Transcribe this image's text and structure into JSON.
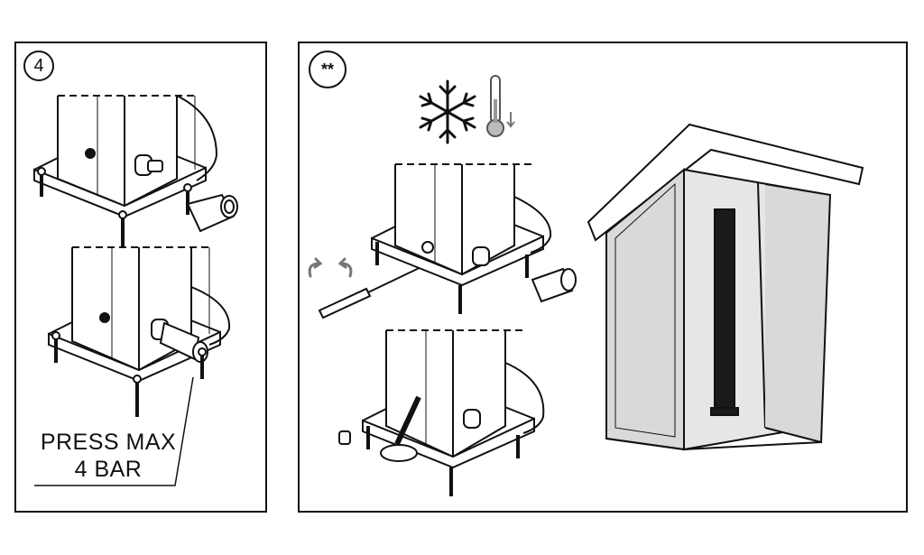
{
  "left_panel": {
    "step_number": "4",
    "pressure_label_line1": "PRESS MAX",
    "pressure_label_line2": "4 BAR"
  },
  "right_panel": {
    "step_marker": "**",
    "icons": [
      "snowflake-icon",
      "thermometer-down-icon",
      "rotate-arrows-icon"
    ]
  },
  "colors": {
    "line": "#111111",
    "shed_fill": "#d9d9d9",
    "shower": "#1a1a1a"
  }
}
